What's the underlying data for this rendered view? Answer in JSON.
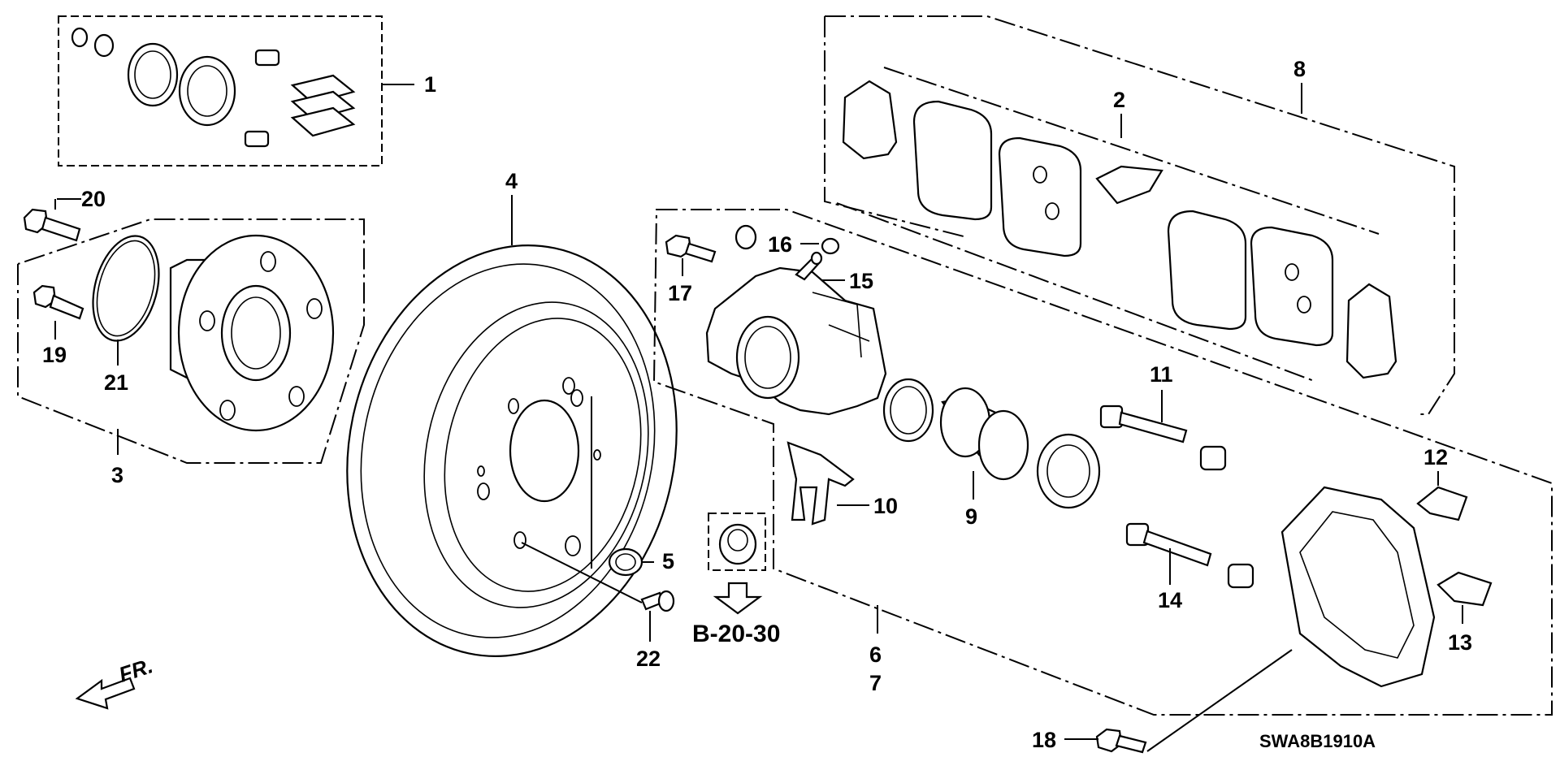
{
  "diagram": {
    "diagram_code": "SWA8B1910A",
    "reference": "B-20-30",
    "direction_label": "FR.",
    "callouts": {
      "c1": "1",
      "c2": "2",
      "c3": "3",
      "c4": "4",
      "c5": "5",
      "c6": "6",
      "c7": "7",
      "c8": "8",
      "c9": "9",
      "c10": "10",
      "c11": "11",
      "c12": "12",
      "c13": "13",
      "c14": "14",
      "c15": "15",
      "c16": "16",
      "c17": "17",
      "c18": "18",
      "c19": "19",
      "c20": "20",
      "c21": "21",
      "c22": "22"
    }
  }
}
